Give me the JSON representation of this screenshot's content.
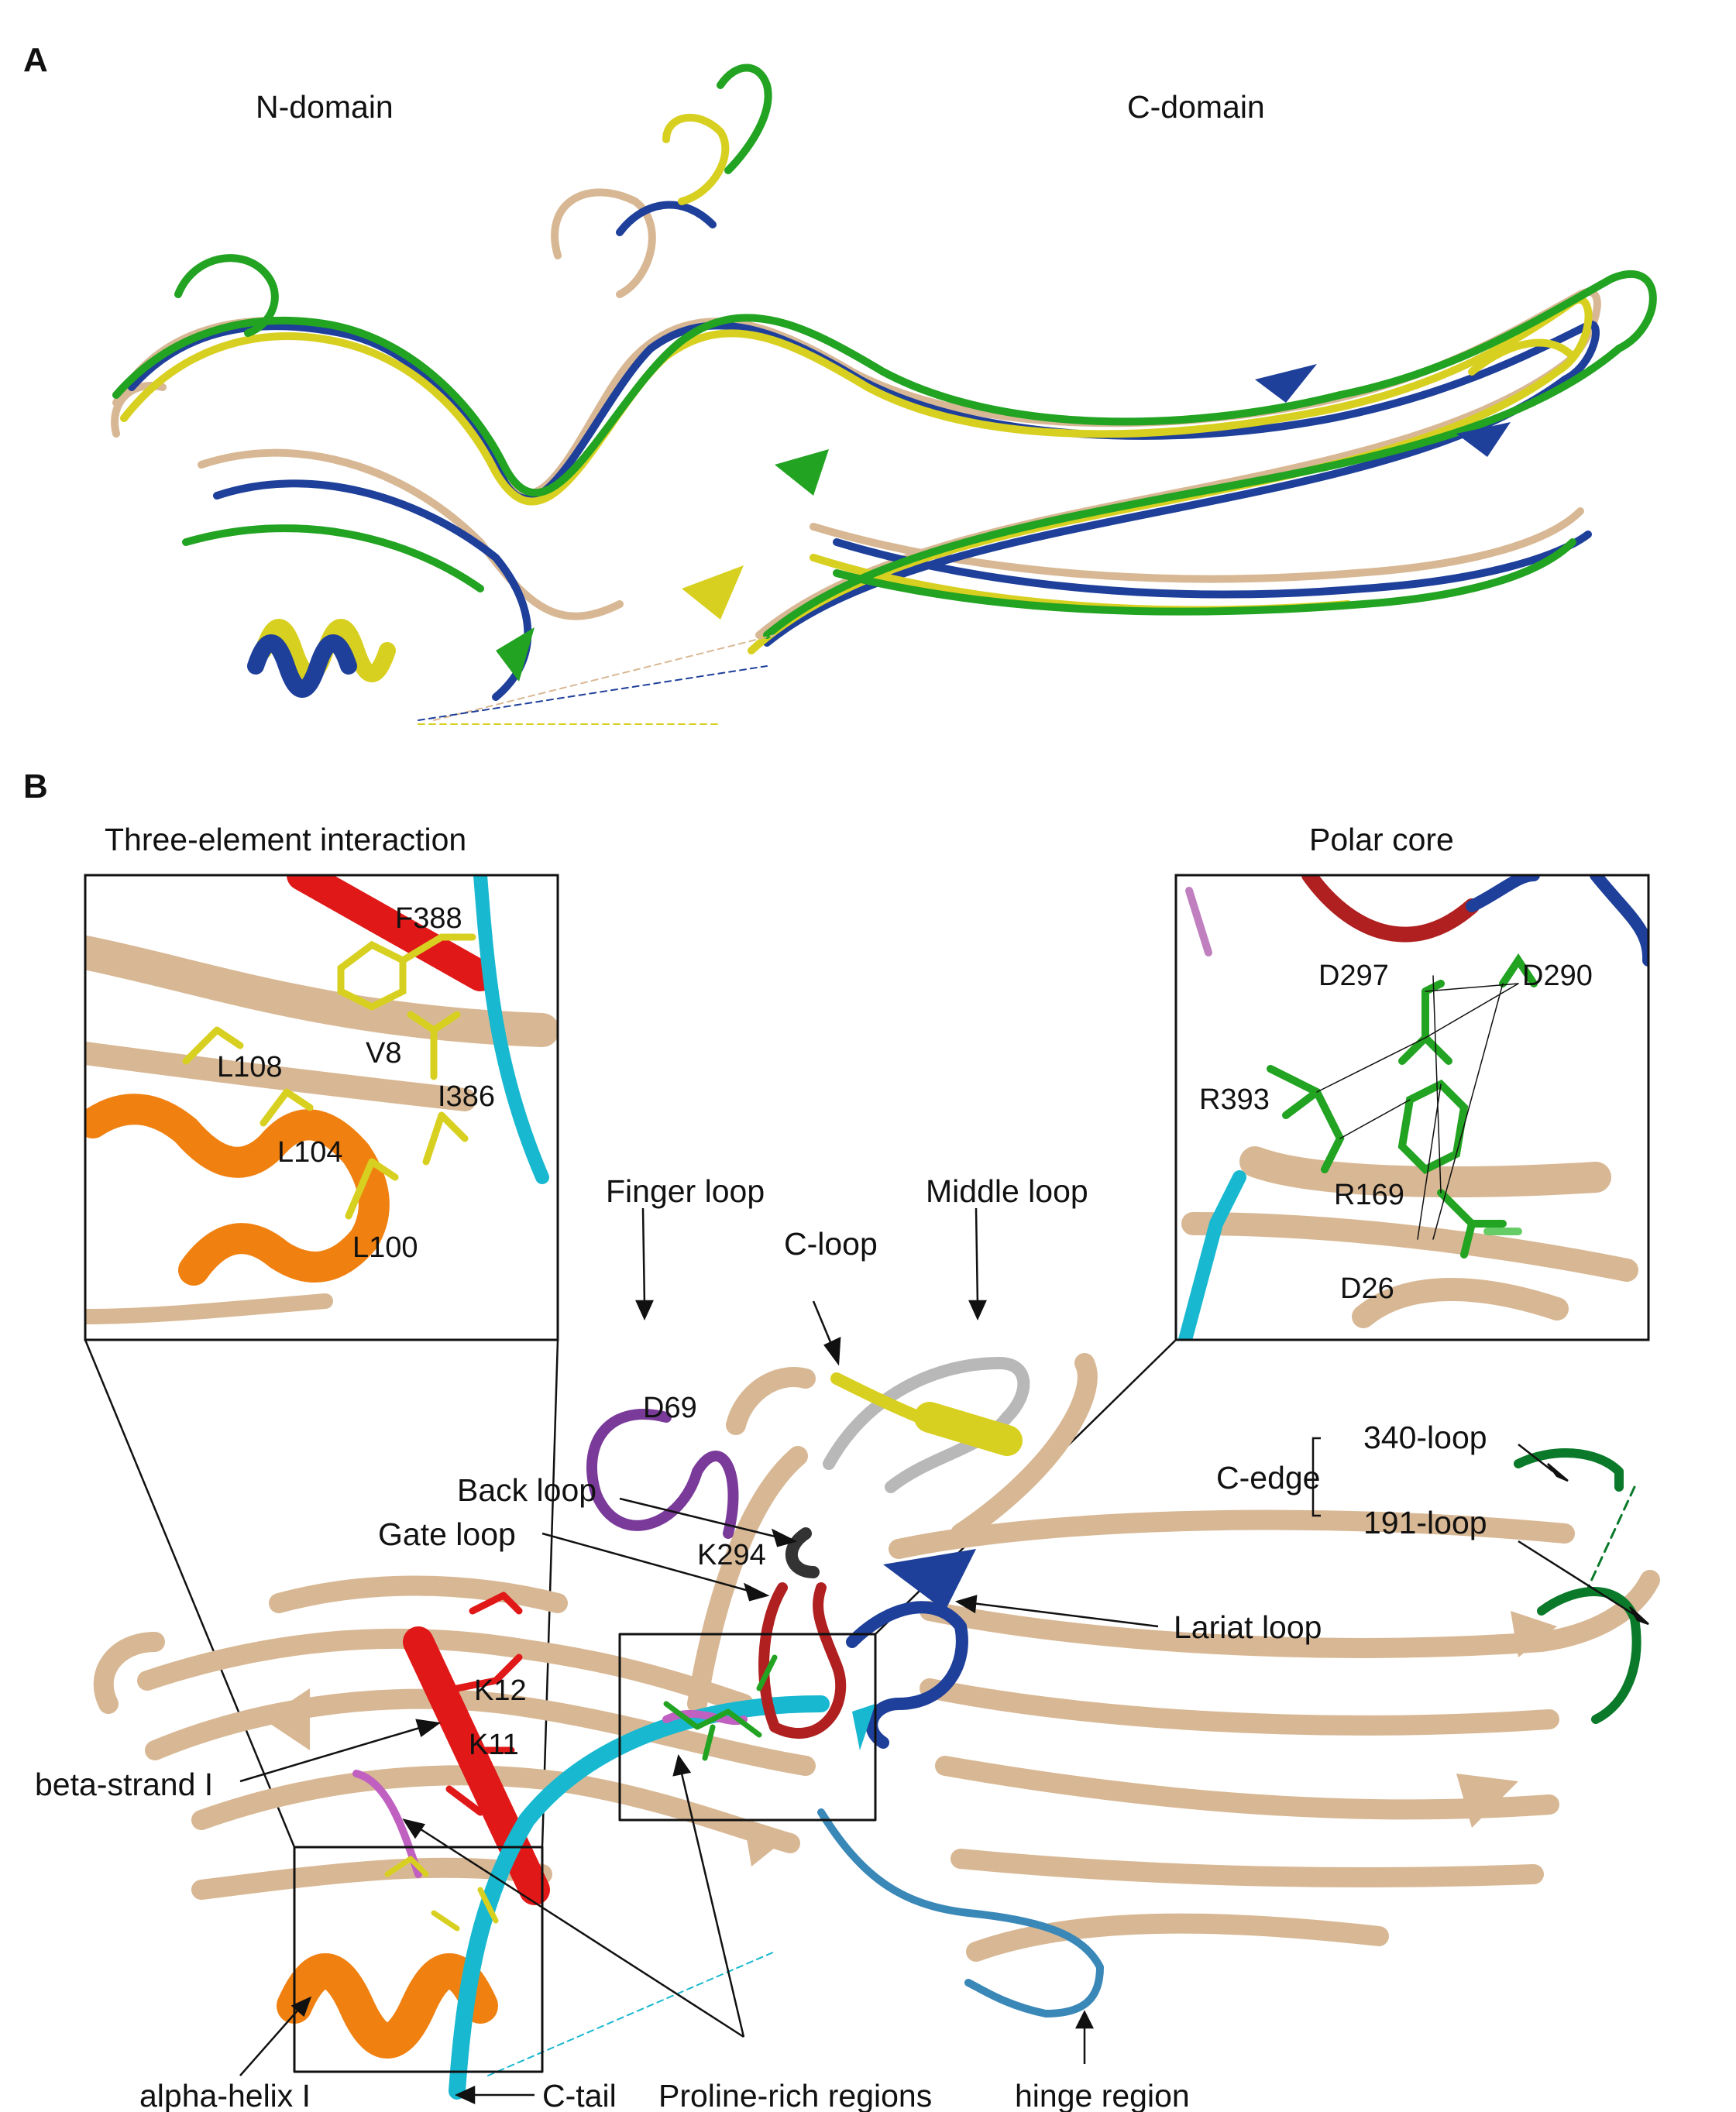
{
  "panel_a": {
    "letter": "A",
    "n_domain": "N-domain",
    "c_domain": "C-domain"
  },
  "panel_b": {
    "letter": "B",
    "inset_left": {
      "title": "Three-element interaction",
      "residues": [
        "F388",
        "V8",
        "L108",
        "I386",
        "L104",
        "L100"
      ]
    },
    "inset_right": {
      "title": "Polar core",
      "residues": [
        "D297",
        "D290",
        "R393",
        "R169",
        "D26"
      ]
    },
    "labels": {
      "finger_loop": "Finger loop",
      "middle_loop": "Middle loop",
      "c_loop": "C-loop",
      "d69": "D69",
      "back_loop": "Back loop",
      "gate_loop": "Gate loop",
      "k294": "K294",
      "lariat_loop": "Lariat loop",
      "c_edge": "C-edge",
      "loop_340": "340-loop",
      "loop_191": "191-loop",
      "k12": "K12",
      "k11": "K11",
      "beta_strand": "beta-strand I",
      "alpha_helix": "alpha-helix I",
      "c_tail": "C-tail",
      "proline": "Proline-rich regions",
      "hinge": "hinge region"
    }
  },
  "colors": {
    "tan": "#d8b894",
    "tan_dark": "#b8936b",
    "green": "#22a322",
    "yellow": "#d8d020",
    "blue": "#1e3f9a",
    "red": "#e01818",
    "dark_red": "#b02020",
    "cyan": "#18b8d0",
    "orange": "#f08010",
    "purple": "#7a3a9a",
    "magenta": "#c060c0",
    "grey": "#b8b8b8",
    "dark_green": "#0a7a2a",
    "steel_blue": "#3a88b8"
  }
}
